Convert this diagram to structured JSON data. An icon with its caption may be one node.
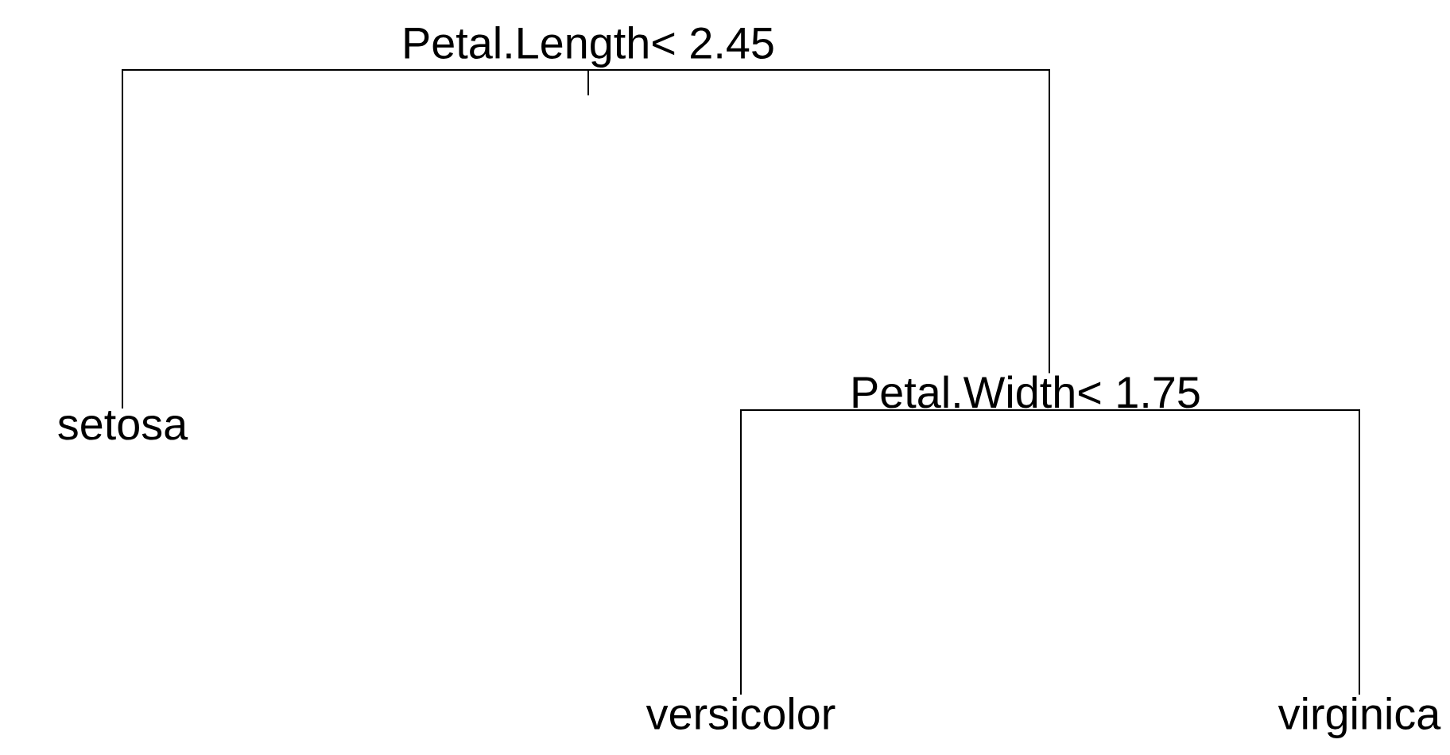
{
  "diagram": {
    "nodes": [
      {
        "text": [
          "Petal.Length< 2.45"
        ]
      },
      {
        "text": [
          "setosa"
        ]
      },
      {
        "text": [
          "Petal.Width< 1.75"
        ]
      },
      {
        "text": [
          "versicolor"
        ]
      },
      {
        "text": [
          "virginica"
        ]
      }
    ],
    "edges": [
      {
        "from": 0,
        "to": 1,
        "arrow": "none"
      },
      {
        "from": 0,
        "to": 2,
        "arrow": "none"
      },
      {
        "from": 2,
        "to": 3,
        "arrow": "none"
      },
      {
        "from": 2,
        "to": 4,
        "arrow": "none"
      }
    ]
  }
}
